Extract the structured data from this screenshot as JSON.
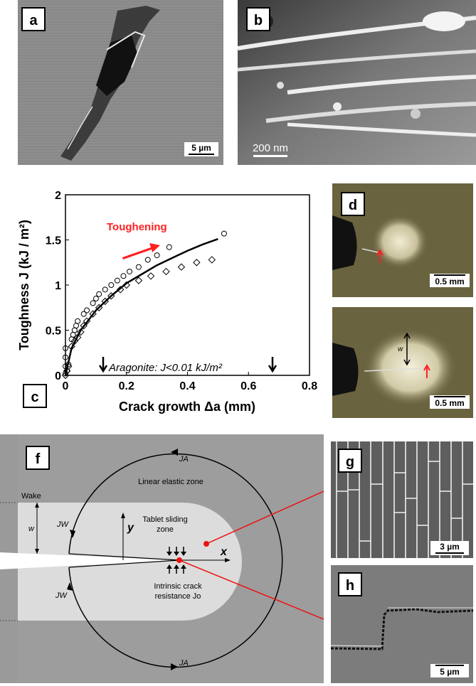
{
  "panels": {
    "a": {
      "label": "a",
      "scale": "5 µm"
    },
    "b": {
      "label": "b",
      "scale": "200 nm"
    },
    "c": {
      "label": "c"
    },
    "d": {
      "label": "d",
      "scale_top": "0.5 mm",
      "scale_bottom": "0.5 mm",
      "w_label": "w"
    },
    "f": {
      "label": "f"
    },
    "g": {
      "label": "g",
      "scale": "3 µm"
    },
    "h": {
      "label": "h",
      "scale": "5 µm"
    }
  },
  "chart_data": {
    "type": "scatter",
    "xlabel": "Crack growth Δa (mm)",
    "ylabel": "Toughness J (kJ / m²)",
    "xlim": [
      0,
      0.8
    ],
    "ylim": [
      0,
      2
    ],
    "xticks": [
      "0",
      "0.2",
      "0.4",
      "0.6",
      "0.8"
    ],
    "yticks": [
      "0",
      "0.5",
      "1",
      "1.5",
      "2"
    ],
    "annotation": "Toughening",
    "annotation_color": "#ff2020",
    "aragonite_note": "Aragonite: J<0.01 kJ/m²",
    "series": [
      {
        "marker": "circle",
        "points": [
          [
            0,
            0.02
          ],
          [
            0,
            0.1
          ],
          [
            0,
            0.2
          ],
          [
            0,
            0.3
          ],
          [
            0.005,
            0.05
          ],
          [
            0.01,
            0.12
          ],
          [
            0.02,
            0.4
          ],
          [
            0.025,
            0.45
          ],
          [
            0.03,
            0.5
          ],
          [
            0.035,
            0.55
          ],
          [
            0.04,
            0.6
          ],
          [
            0.06,
            0.68
          ],
          [
            0.07,
            0.72
          ],
          [
            0.09,
            0.8
          ],
          [
            0.1,
            0.85
          ],
          [
            0.11,
            0.9
          ],
          [
            0.13,
            0.95
          ],
          [
            0.15,
            1.0
          ],
          [
            0.17,
            1.05
          ],
          [
            0.19,
            1.1
          ],
          [
            0.21,
            1.15
          ],
          [
            0.24,
            1.2
          ],
          [
            0.27,
            1.28
          ],
          [
            0.3,
            1.33
          ],
          [
            0.34,
            1.42
          ],
          [
            0.52,
            1.57
          ]
        ]
      },
      {
        "marker": "diamond",
        "points": [
          [
            0,
            0.0
          ],
          [
            0.005,
            0.05
          ],
          [
            0.01,
            0.1
          ],
          [
            0.02,
            0.32
          ],
          [
            0.03,
            0.38
          ],
          [
            0.04,
            0.42
          ],
          [
            0.05,
            0.48
          ],
          [
            0.06,
            0.55
          ],
          [
            0.07,
            0.6
          ],
          [
            0.09,
            0.68
          ],
          [
            0.11,
            0.75
          ],
          [
            0.13,
            0.82
          ],
          [
            0.15,
            0.88
          ],
          [
            0.18,
            0.95
          ],
          [
            0.2,
            1.0
          ],
          [
            0.24,
            1.05
          ],
          [
            0.28,
            1.1
          ],
          [
            0.33,
            1.15
          ],
          [
            0.38,
            1.2
          ],
          [
            0.43,
            1.25
          ],
          [
            0.48,
            1.28
          ]
        ]
      },
      {
        "marker": "line",
        "points": [
          [
            0,
            0
          ],
          [
            0.02,
            0.3
          ],
          [
            0.05,
            0.5
          ],
          [
            0.1,
            0.72
          ],
          [
            0.15,
            0.88
          ],
          [
            0.2,
            1.02
          ],
          [
            0.25,
            1.12
          ],
          [
            0.3,
            1.22
          ],
          [
            0.35,
            1.3
          ],
          [
            0.4,
            1.38
          ],
          [
            0.45,
            1.45
          ],
          [
            0.5,
            1.51
          ]
        ]
      }
    ]
  },
  "diagram": {
    "ja_top": "JA",
    "ja_bottom": "JA",
    "jw_top": "JW",
    "jw_bottom": "JW",
    "wake": "Wake",
    "w": "w",
    "y": "y",
    "x": "x",
    "linear_zone": "Linear elastic zone",
    "sliding_zone_1": "Tablet sliding",
    "sliding_zone_2": "zone",
    "intrinsic_1": "Intrinsic crack",
    "intrinsic_2": "resistance Jo"
  }
}
